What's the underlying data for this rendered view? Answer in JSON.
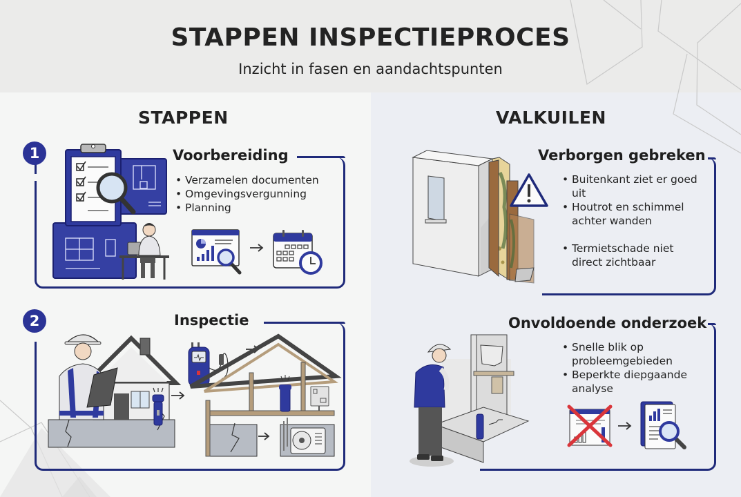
{
  "header": {
    "title": "STAPPEN INSPECTIEPROCES",
    "subtitle": "Inzicht in fasen en aandachtspunten"
  },
  "columns": {
    "left": {
      "heading": "STAPPEN"
    },
    "right": {
      "heading": "VALKUILEN"
    }
  },
  "steps": [
    {
      "number": "1",
      "title": "Voorbereiding",
      "bullets": [
        "Verzamelen documenten",
        "Omgevingsvergunning",
        "Planning"
      ],
      "icons": [
        "clipboard-checklist-icon",
        "magnifier-icon",
        "blueprint-icon",
        "person-at-desk-icon",
        "dashboard-chart-icon",
        "arrow-right-icon",
        "calendar-clock-icon"
      ]
    },
    {
      "number": "2",
      "title": "Inspectie",
      "bullets": [],
      "icons": [
        "inspector-with-tablet-icon",
        "house-icon",
        "flashlight-icon",
        "moisture-meter-icon",
        "attic-cross-section-icon",
        "heat-pump-icon",
        "electric-panel-icon",
        "wall-crack-icon"
      ]
    }
  ],
  "pitfalls": [
    {
      "title": "Verborgen gebreken",
      "bullets": [
        "Buitenkant ziet er goed uit",
        "Houtrot en schimmel achter wanden",
        "Termietschade niet direct zichtbaar"
      ],
      "icons": [
        "wall-cross-section-icon",
        "warning-triangle-icon"
      ]
    },
    {
      "title": "Onvoldoende onderzoek",
      "bullets": [
        "Snelle blik op probleemgebieden",
        "Beperkte diepgaande analyse"
      ],
      "icons": [
        "inspector-looking-icon",
        "crossed-out-report-icon",
        "arrow-right-icon",
        "detailed-report-magnifier-icon"
      ]
    }
  ],
  "colors": {
    "accent": "#2b3396",
    "border": "#1f2a7a",
    "header_bg": "#ebebea",
    "left_bg": "#f5f6f5",
    "right_bg": "#eceef3",
    "cross_red": "#d9353a"
  }
}
